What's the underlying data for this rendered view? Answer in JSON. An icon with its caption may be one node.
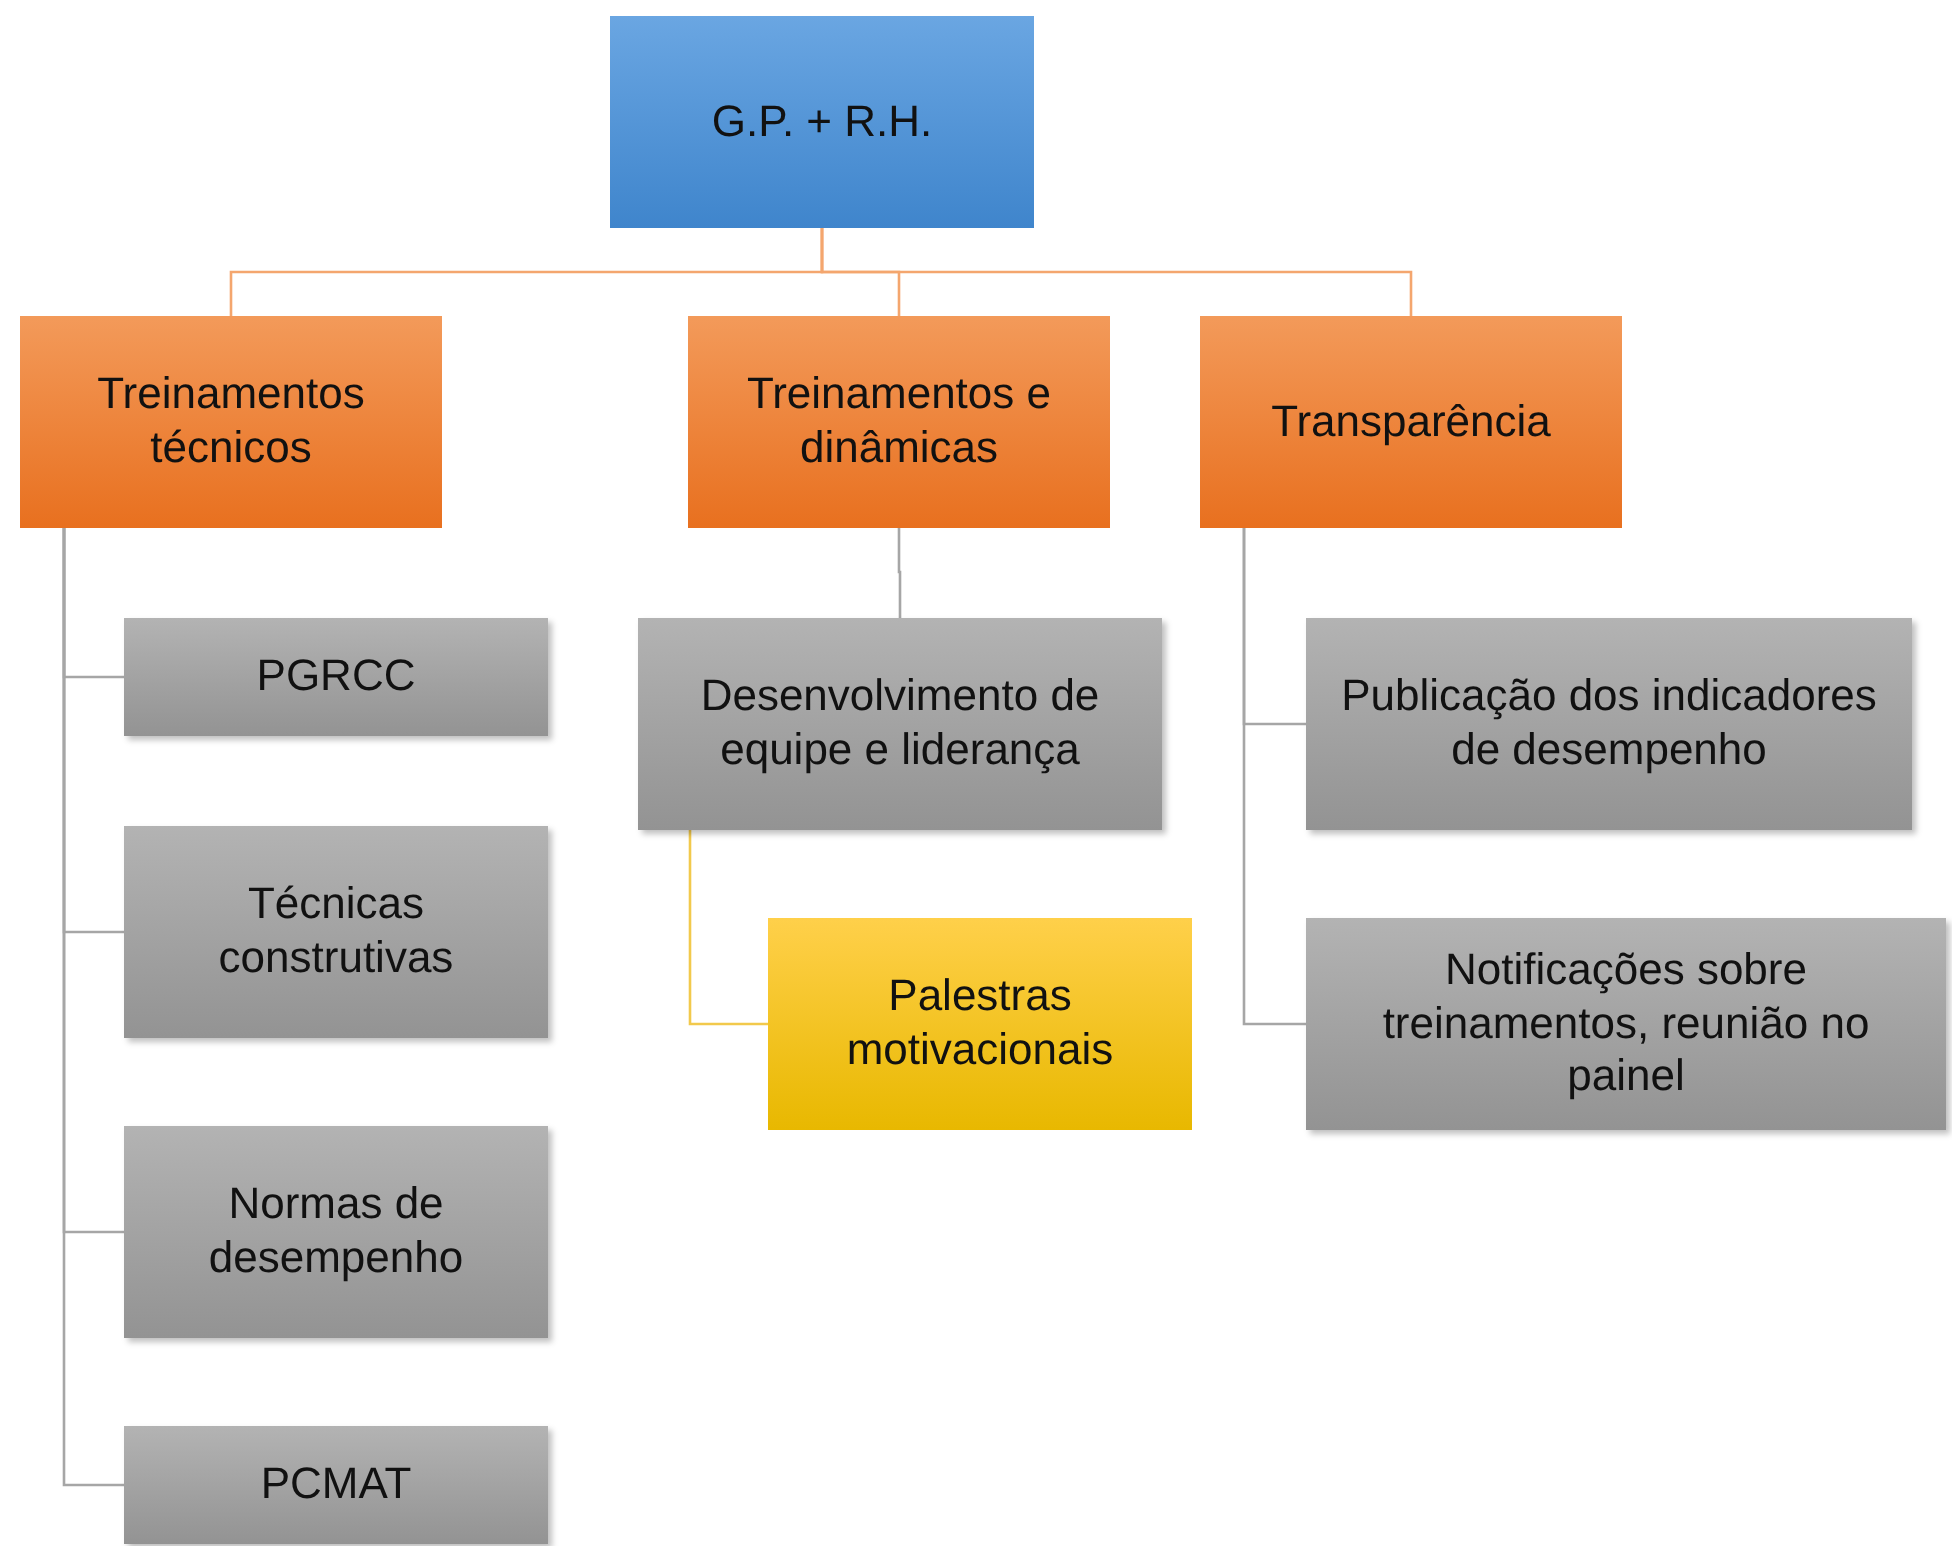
{
  "diagram": {
    "nodes": [
      {
        "text": [
          "G.P. + R.H."
        ]
      },
      {
        "text": [
          "Treinamentos técnicos"
        ]
      },
      {
        "text": [
          "Treinamentos e dinâmicas"
        ]
      },
      {
        "text": [
          "Transparência"
        ]
      },
      {
        "text": [
          "PGRCC"
        ]
      },
      {
        "text": [
          "Técnicas construtivas"
        ]
      },
      {
        "text": [
          "Normas de desempenho"
        ]
      },
      {
        "text": [
          "PCMAT"
        ]
      },
      {
        "text": [
          "Desenvolvimento de equipe e liderança"
        ]
      },
      {
        "text": [
          "Palestras motivacionais"
        ]
      },
      {
        "text": [
          "Publicação dos indicadores de desempenho"
        ]
      },
      {
        "text": [
          "Notificações sobre treinamentos, reunião no painel"
        ]
      }
    ],
    "edges": [
      {
        "from": 0,
        "to": 1,
        "arrow": "none",
        "color": "#f4a66e"
      },
      {
        "from": 0,
        "to": 2,
        "arrow": "none",
        "color": "#f4a66e"
      },
      {
        "from": 0,
        "to": 3,
        "arrow": "none",
        "color": "#f4a66e"
      },
      {
        "from": 1,
        "to": 4,
        "arrow": "none"
      },
      {
        "from": 1,
        "to": 5,
        "arrow": "none"
      },
      {
        "from": 1,
        "to": 6,
        "arrow": "none"
      },
      {
        "from": 1,
        "to": 7,
        "arrow": "none"
      },
      {
        "from": 2,
        "to": 8,
        "arrow": "none"
      },
      {
        "from": 8,
        "to": 9,
        "arrow": "none",
        "color": "#f2c94c"
      },
      {
        "from": 3,
        "to": 10,
        "arrow": "none"
      },
      {
        "from": 3,
        "to": 11,
        "arrow": "none"
      }
    ]
  }
}
